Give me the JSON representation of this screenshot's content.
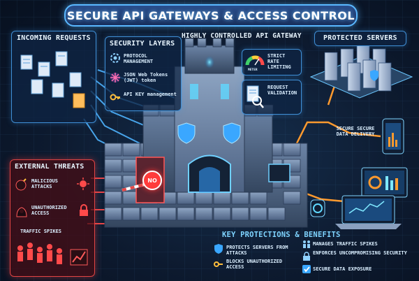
{
  "title": "SECURE API GATEWAYS & ACCESS CONTROL",
  "incoming": {
    "title": "INCOMING REQUESTS"
  },
  "security_layers": {
    "title": "SECURITY LAYERS",
    "items": [
      {
        "label": "PROTOCOL MANAGEMENT",
        "icon": "gear-icon"
      },
      {
        "label": "JSON Web Tokens (JWT) token",
        "icon": "jwt-icon"
      },
      {
        "label": "API KEY management",
        "icon": "key-icon"
      }
    ]
  },
  "gateway": {
    "title": "HIGHLY CONTROLLED API GATEWAY",
    "rate_limit": "STRICT RATE LIMITING",
    "meter": "METER",
    "validation": "REQUEST VALIDATION"
  },
  "protected": {
    "title": "PROTECTED SERVERS"
  },
  "delivery": "SECURE SECURE DATA DELIVERY",
  "threats": {
    "title": "EXTERNAL THREATS",
    "items": [
      {
        "label": "MALICIOUS ATTACKS",
        "icon": "bomb-icon"
      },
      {
        "label": "UNAUTHORIZED ACCESS",
        "icon": "hacker-icon"
      },
      {
        "label": "TRAFFIC SPIKES",
        "icon": "crowd-icon"
      }
    ],
    "sign": "NO"
  },
  "benefits": {
    "title": "KEY PROTECTIONS & BENEFITS",
    "items": [
      {
        "label": "PROTECTS SERVERS FROM ATTACKS",
        "icon": "shield-icon"
      },
      {
        "label": "BLOCKS UNAUTHORIZED ACCESS",
        "icon": "key-icon"
      },
      {
        "label": "MANAGES TRAFFIC SPIKES",
        "icon": "crowd-icon"
      },
      {
        "label": "ENFORCES UNCOMPROMISING SECURITY",
        "icon": "lock-icon"
      },
      {
        "label": "SECURE DATA EXPOSURE",
        "icon": "check-icon"
      }
    ]
  },
  "colors": {
    "accent": "#5ab8ff",
    "threat": "#e14444",
    "flow": "#ff9a2e",
    "benefit_title": "#7fd4ff"
  }
}
